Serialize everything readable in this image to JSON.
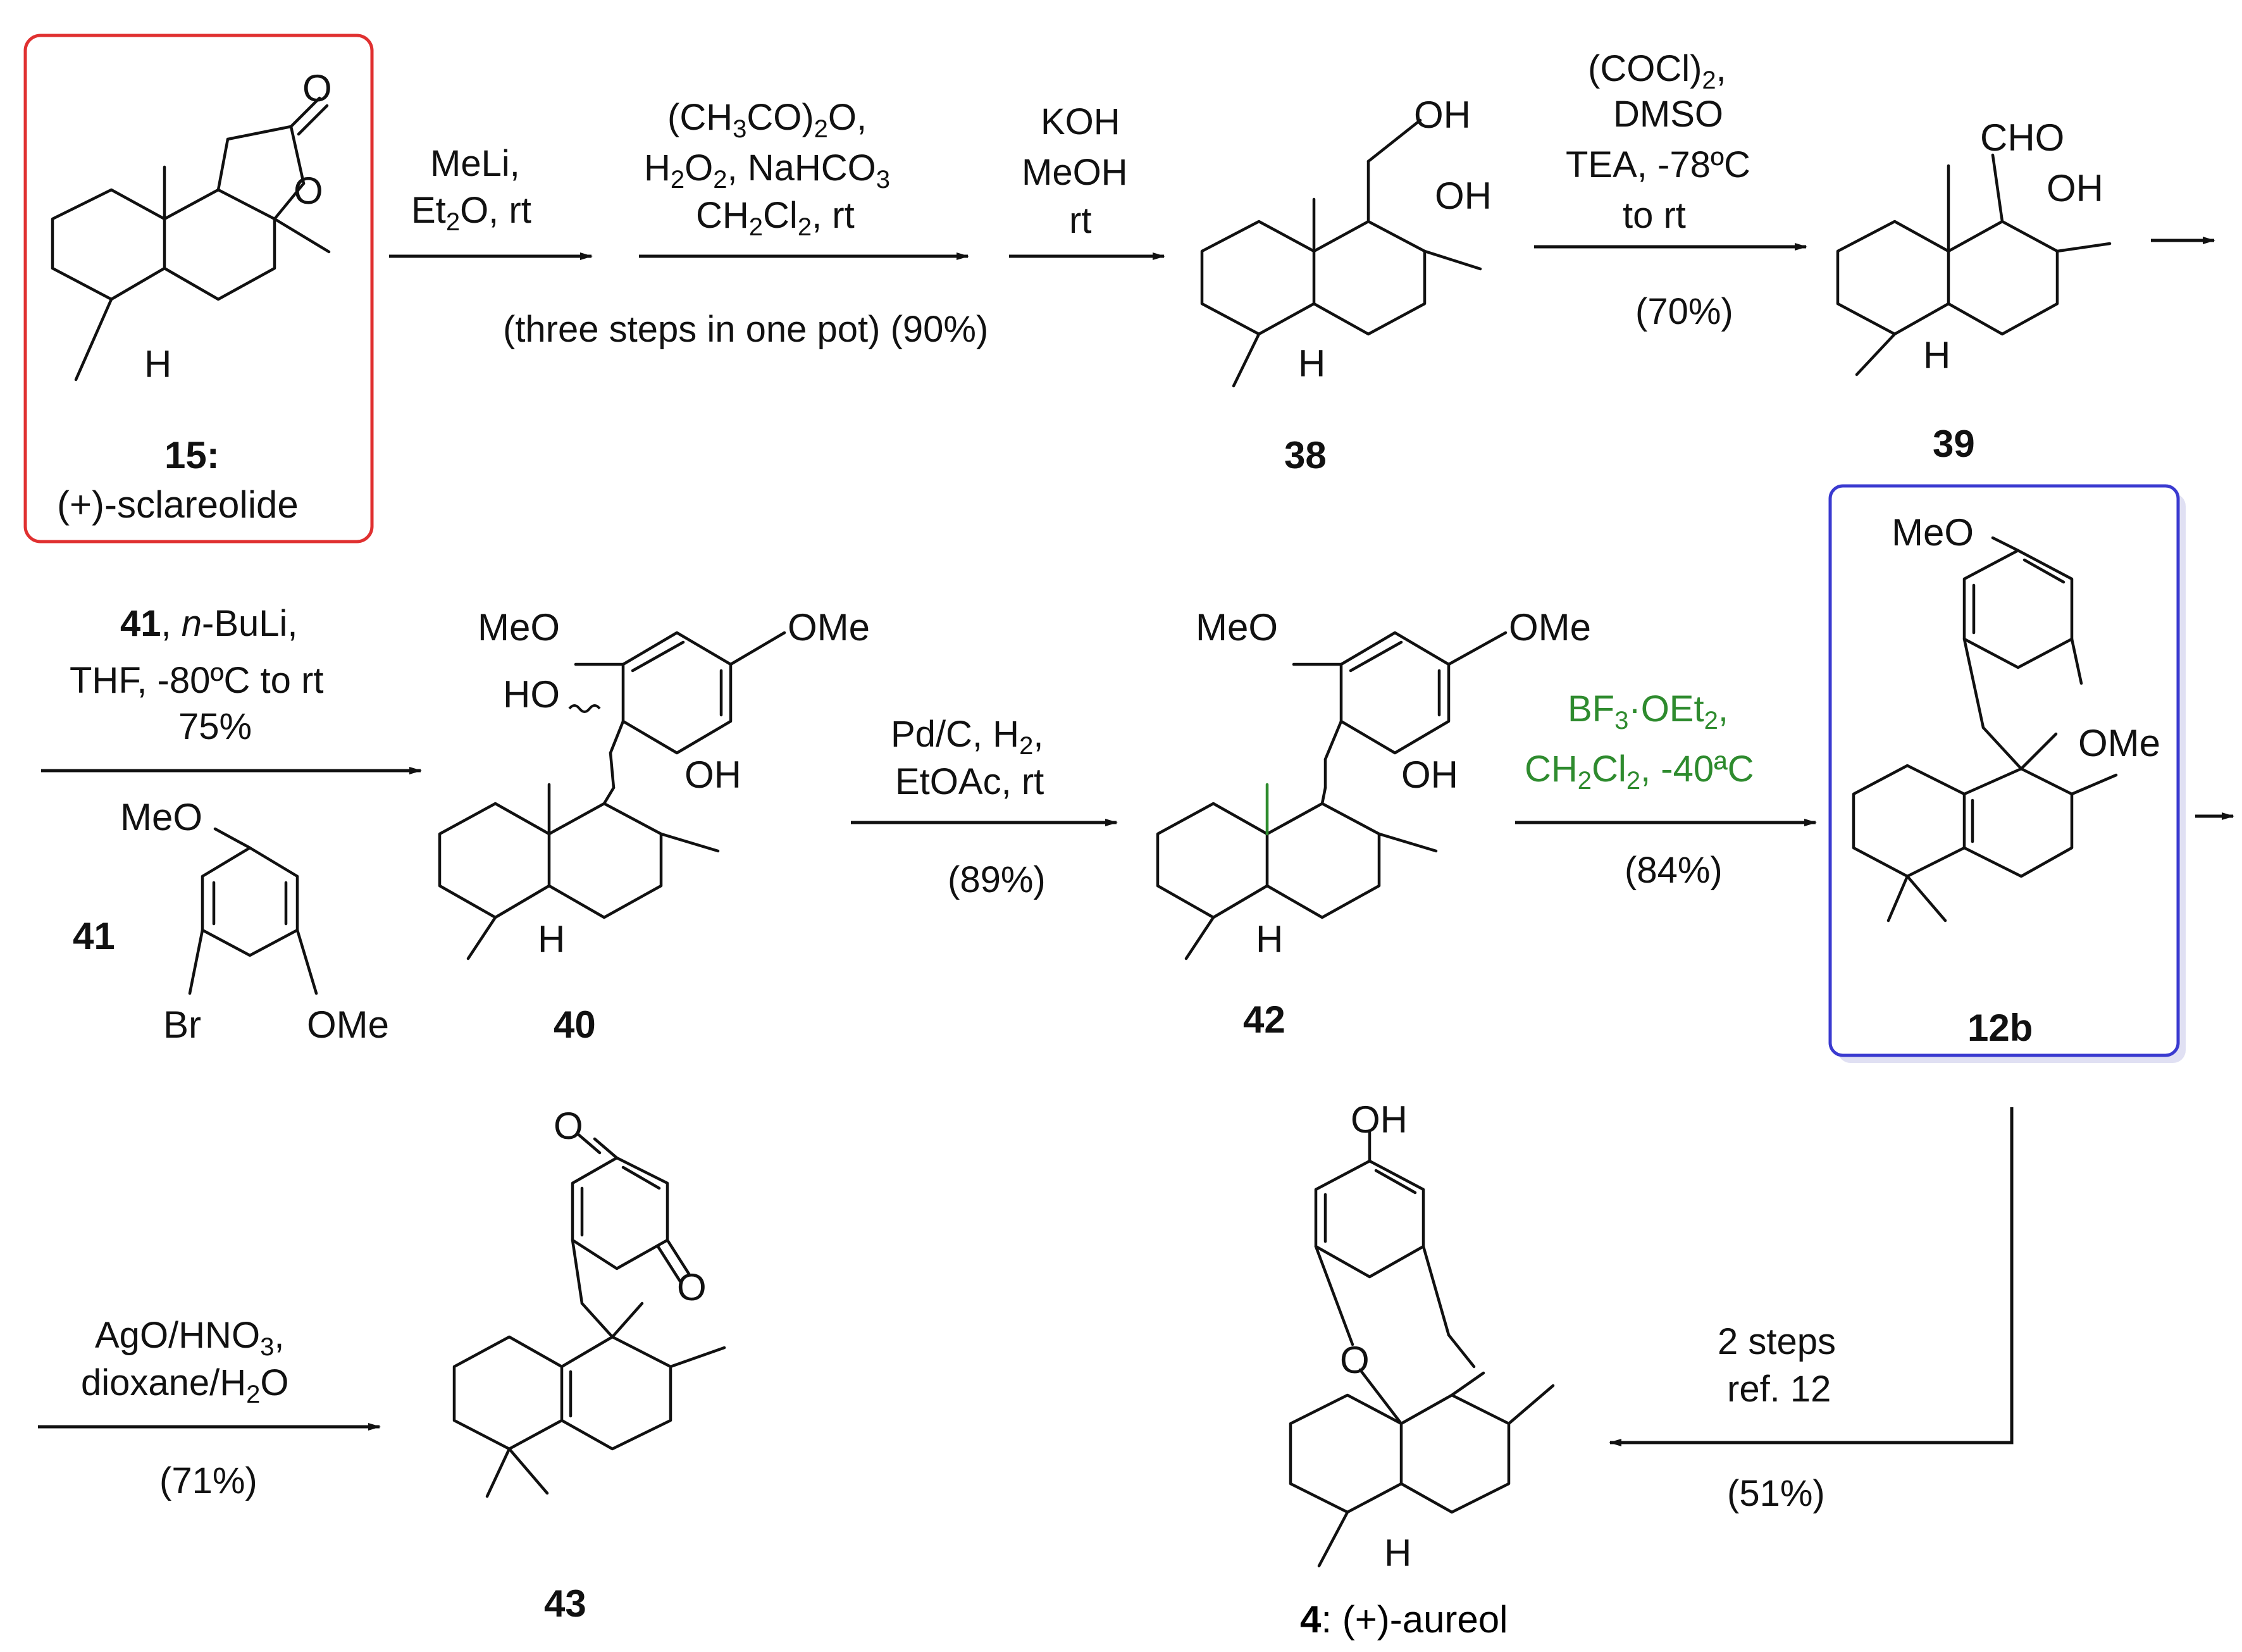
{
  "compounds": {
    "c15": {
      "number": "15:",
      "name": "(+)-sclareolide"
    },
    "c38": {
      "number": "38"
    },
    "c39": {
      "number": "39"
    },
    "c40": {
      "number": "40"
    },
    "c41": {
      "number": "41"
    },
    "c42": {
      "number": "42"
    },
    "c12b": {
      "number": "12b"
    },
    "c43": {
      "number": "43"
    },
    "c4": {
      "number": "4",
      "name": ": (+)-aureol"
    }
  },
  "atoms": {
    "O": "O",
    "OH": "OH",
    "H": "H",
    "CHO": "CHO",
    "HO": "HO",
    "MeO": "MeO",
    "OMe": "OMe",
    "Br": "Br"
  },
  "steps": {
    "s1": {
      "line1": "MeLi,",
      "line2a": "Et",
      "line2sub": "2",
      "line2b": "O, rt"
    },
    "s2": {
      "line1": "(CH",
      "line1sub1": "3",
      "line1b": "CO)",
      "line1sub2": "2",
      "line1c": "O,",
      "line2a": "H",
      "line2sub1": "2",
      "line2b": "O",
      "line2sub2": "2",
      "line2c": ", NaHCO",
      "line2sub3": "3",
      "line3a": "CH",
      "line3sub1": "2",
      "line3b": "Cl",
      "line3sub2": "2",
      "line3c": ", rt"
    },
    "s3": {
      "line1": "KOH",
      "line2": "MeOH",
      "line3": "rt"
    },
    "onepot": "(three steps in one pot) (90%)",
    "s4": {
      "line1a": "(COCl)",
      "line1sub": "2",
      "line1b": ",",
      "line2": "DMSO",
      "line3": "TEA, -78ºC",
      "line4": "to rt",
      "yield": "(70%)"
    },
    "s5": {
      "line1a": "41",
      "line1b": ", ",
      "line1c": "n",
      "line1d": "-BuLi,",
      "line2": "THF,  -80ºC to rt",
      "line3": "75%"
    },
    "s6": {
      "line1": "Pd/C, H",
      "line1sub": "2",
      "line1b": ",",
      "line2": "EtOAc, rt",
      "yield": "(89%)"
    },
    "s7": {
      "line1a": "BF",
      "line1sub": "3",
      "line1b": "·OEt",
      "line1sub2": "2",
      "line1c": ",",
      "line2a": "CH",
      "line2sub1": "2",
      "line2b": "Cl",
      "line2sub2": "2",
      "line2c": ", -40ªC",
      "yield": "(84%)"
    },
    "s8": {
      "line1": "AgO/HNO",
      "line1sub": "3",
      "line1b": ",",
      "line2a": "dioxane/H",
      "line2sub": "2",
      "line2b": "O",
      "yield": "(71%)"
    },
    "s9": {
      "line1": "2 steps",
      "line2": "ref. 12",
      "yield": "(51%)"
    }
  },
  "colors": {
    "highlight_start": "#e03030",
    "highlight_product": "#3a3ad0",
    "green_reagent": "#2e8b2e"
  }
}
